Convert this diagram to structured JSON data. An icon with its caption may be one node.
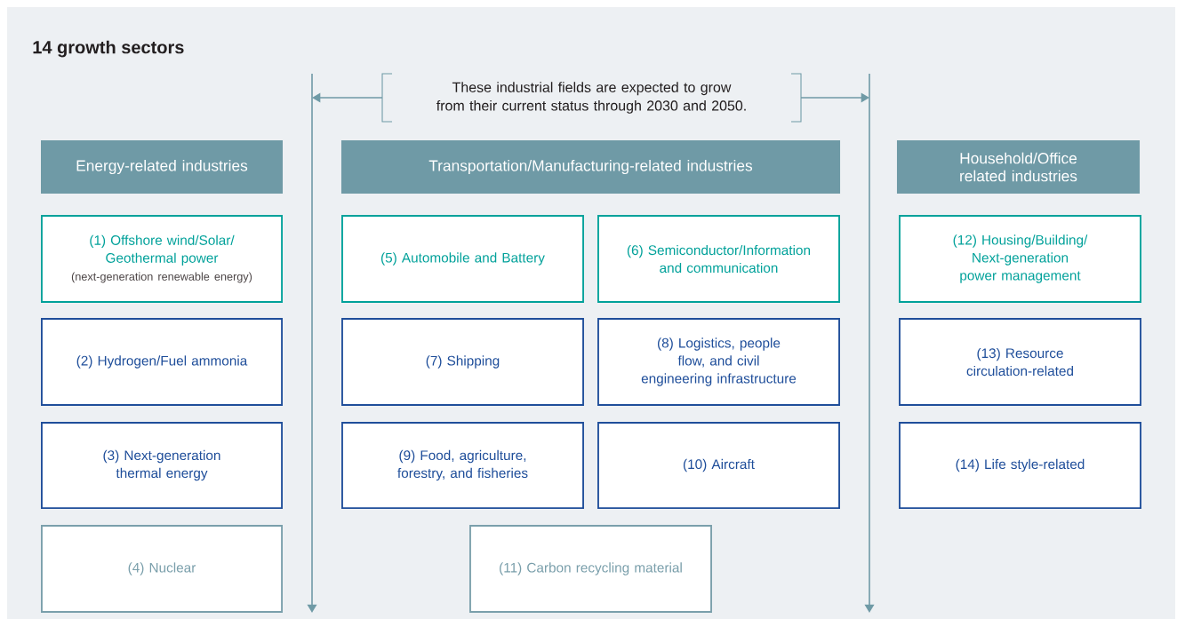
{
  "diagram": {
    "title": "14 growth sectors",
    "nodes": [
      {
        "text": [
          "These industrial fields are expected to grow from their current status through 2030 and 2050."
        ]
      },
      {
        "text": [
          "Energy-related industries"
        ]
      },
      {
        "text": [
          "Transportation/Manufacturing-related industries"
        ]
      },
      {
        "text": [
          "Household/Office related industries"
        ]
      },
      {
        "text": [
          "(1) Offshore wind/Solar/ Geothermal power",
          "(next-generation renewable energy)"
        ]
      },
      {
        "text": [
          "(5) Automobile and Battery"
        ]
      },
      {
        "text": [
          "(6) Semiconductor/Information and communication"
        ]
      },
      {
        "text": [
          "(12) Housing/Building/ Next-generation power management"
        ]
      },
      {
        "text": [
          "(2) Hydrogen/Fuel ammonia"
        ]
      },
      {
        "text": [
          "(7) Shipping"
        ]
      },
      {
        "text": [
          "(8) Logistics, people flow, and civil engineering infrastructure"
        ]
      },
      {
        "text": [
          "(13) Resource circulation-related"
        ]
      },
      {
        "text": [
          "(3) Next-generation thermal energy"
        ]
      },
      {
        "text": [
          "(9) Food, agriculture, forestry, and fisheries"
        ]
      },
      {
        "text": [
          "(10) Aircraft"
        ]
      },
      {
        "text": [
          "(14) Life style-related"
        ]
      },
      {
        "text": [
          "(4) Nuclear"
        ]
      },
      {
        "text": [
          "(11) Carbon recycling material"
        ]
      }
    ]
  }
}
